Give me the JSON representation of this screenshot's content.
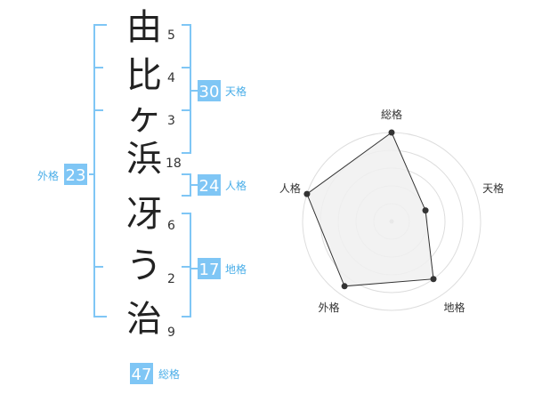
{
  "name": {
    "characters": [
      {
        "char": "由",
        "strokes": "5"
      },
      {
        "char": "比",
        "strokes": "4"
      },
      {
        "char": "ヶ",
        "strokes": "3"
      },
      {
        "char": "浜",
        "strokes": "18"
      },
      {
        "char": "冴",
        "strokes": "6"
      },
      {
        "char": "う",
        "strokes": "2"
      },
      {
        "char": "治",
        "strokes": "9"
      }
    ]
  },
  "fortunes": {
    "tenkaku": {
      "value": "30",
      "label": "天格"
    },
    "jinkaku": {
      "value": "24",
      "label": "人格"
    },
    "chikaku": {
      "value": "17",
      "label": "地格"
    },
    "gaikaku": {
      "value": "23",
      "label": "外格"
    },
    "soukaku": {
      "value": "47",
      "label": "総格"
    }
  },
  "colors": {
    "accent": "#7fc6f5",
    "label": "#4aaee8",
    "text": "#222222",
    "radar_fill": "#f0f0f0",
    "radar_grid": "#dddddd"
  },
  "chart_data": {
    "type": "radar",
    "axes": [
      "総格",
      "天格",
      "地格",
      "外格",
      "人格"
    ],
    "values": [
      1.0,
      0.4,
      0.8,
      0.9,
      1.0
    ],
    "max": 1.0,
    "rings": 5,
    "grid": true
  }
}
